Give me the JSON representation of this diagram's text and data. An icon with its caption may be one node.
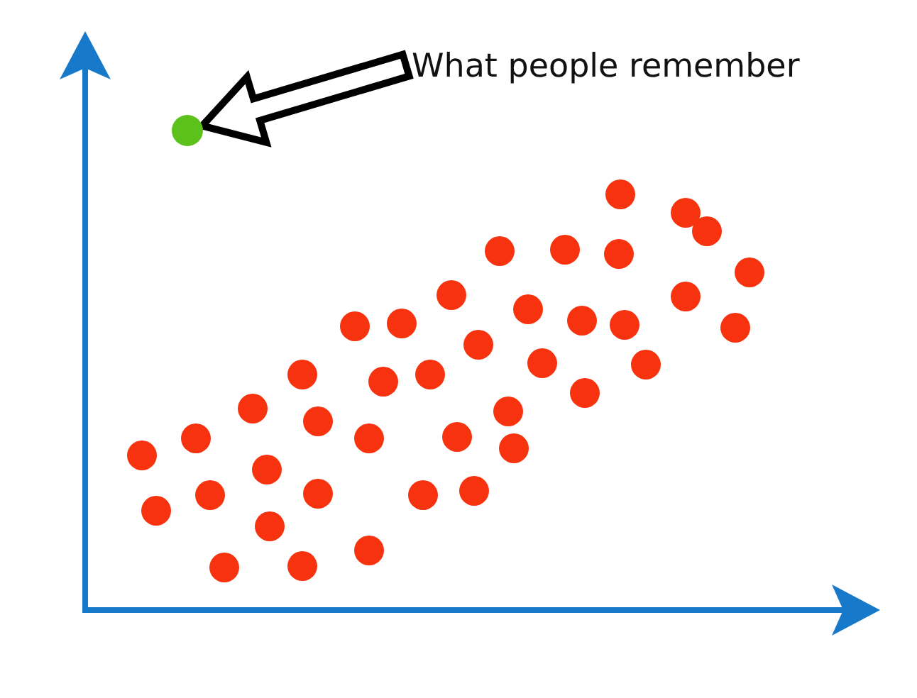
{
  "diagram": {
    "nodes": [
      {
        "text": [
          "What people remember"
        ]
      },
      {
        "text": [],
        "shape": "circle"
      }
    ],
    "edges": [
      {
        "from": 0,
        "to": 1,
        "arrow": "to"
      }
    ]
  }
}
